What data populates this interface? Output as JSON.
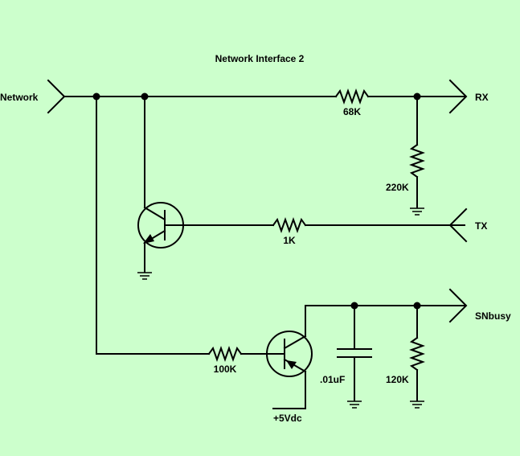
{
  "diagram": {
    "title": "Network Interface 2",
    "ports": {
      "network": "Network",
      "rx": "RX",
      "tx": "TX",
      "snbusy": "SNbusy",
      "supply": "+5Vdc"
    },
    "components": {
      "r_68k": "68K",
      "r_220k": "220K",
      "r_1k": "1K",
      "r_100k": "100K",
      "r_120k": "120K",
      "c_01uf": ".01uF"
    },
    "colors": {
      "background": "#ccffcc",
      "ink": "#000000"
    }
  }
}
